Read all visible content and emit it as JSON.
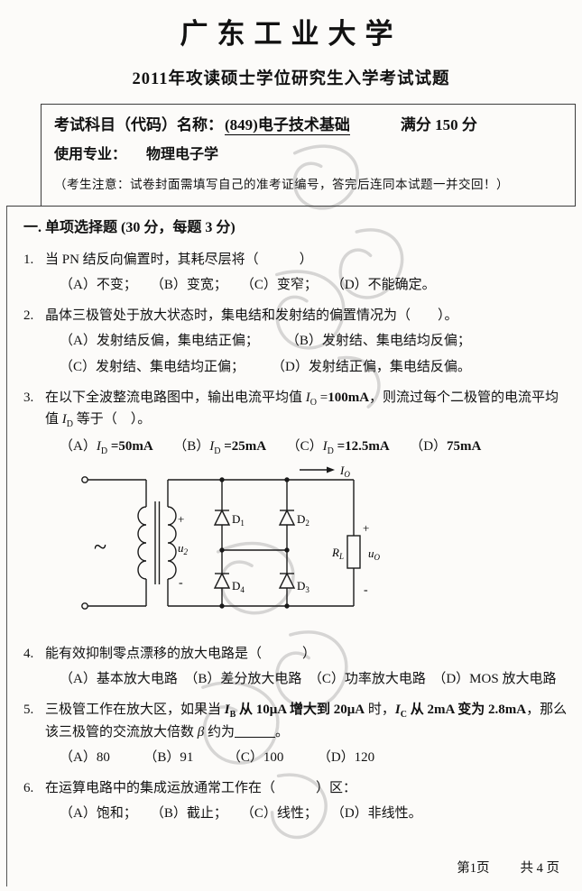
{
  "page": {
    "university": "广东工业大学",
    "subtitle": "2011年攻读硕士学位研究生入学考试试题",
    "subject_label": "考试科目（代码）名称：",
    "subject_value": "(849)电子技术基础",
    "score": "满分 150 分",
    "major_label": "使用专业：",
    "major_value": "物理电子学",
    "notice": "（考生注意：试卷封面需填写自己的准考证编号，答完后连同本试题一并交回！）",
    "footer_page": "第1页",
    "footer_total": "共 4 页"
  },
  "section": {
    "title": "一. 单项选择题 (30 分，每题 3 分)"
  },
  "questions": [
    {
      "num": "1.",
      "stem_html": "当 PN 结反向偏置时，其耗尽层将（　　　）",
      "option_lines": [
        "（A）不变；　　（B）变宽；　　（C）变窄；　　（D）不能确定。"
      ]
    },
    {
      "num": "2.",
      "stem_html": "晶体三极管处于放大状态时，集电结和发射结的偏置情况为（　　）。",
      "option_lines": [
        "（A）发射结反偏，集电结正偏；　　　（B）发射结、集电结均反偏；",
        "（C）发射结、集电结均正偏；　　　（D）发射结正偏，集电结反偏。"
      ]
    },
    {
      "num": "3.",
      "stem_html": "在以下全波整流电路图中，输出电流平均值 <i>I</i><sub>O</sub> =<b>100mA</b>，则流过每个二极管的电流平均值 <i>I</i><sub>D</sub> 等于（　）。",
      "option_lines": [
        "（A）<i>I</i><sub>D</sub><b> =50mA</b>　　（B）<i>I</i><sub>D</sub><b> =25mA</b>　　（C）<i>I</i><sub>D</sub><b> =12.5mA</b>　　（D）<b>75mA</b>"
      ],
      "figure": "rectifier"
    },
    {
      "num": "4.",
      "stem_html": "能有效抑制零点漂移的放大电路是（　　　）",
      "option_lines": [
        "（A）基本放大电路　（B）差分放大电路　（C）功率放大电路　（D）MOS 放大电路"
      ]
    },
    {
      "num": "5.",
      "stem_html": "三极管工作在放大区，如果当 <b><i>I</i><sub>B</sub> 从 10μA 增大到 20μA</b> 时，<b><i>I</i><sub>C</sub> 从 2mA 变为 2.8mA</b>，那么该三极管的交流放大倍数 <i>β</i> 约为<u>　　　</u>。",
      "option_lines": [
        "（A）80　　　（B）91　　　（C）100　　　（D）120"
      ]
    },
    {
      "num": "6.",
      "stem_html": "在运算电路中的集成运放通常工作在（　　　）区：",
      "option_lines": [
        "（A）饱和；　　（B）截止；　　（C）线性；　　（D）非线性。"
      ]
    }
  ],
  "figure": {
    "tilde": "~",
    "plus_left": "+",
    "minus_left": "-",
    "u2": {
      "base": "u",
      "sub": "2"
    },
    "d1": {
      "base": "D",
      "sub": "1"
    },
    "d2": {
      "base": "D",
      "sub": "2"
    },
    "d3": {
      "base": "D",
      "sub": "3"
    },
    "d4": {
      "base": "D",
      "sub": "4"
    },
    "io": {
      "base": "I",
      "sub": "O"
    },
    "rl": {
      "base": "R",
      "sub": "L"
    },
    "uo": {
      "base": "u",
      "sub": "O"
    },
    "plus_right": "+",
    "minus_right": "-"
  }
}
